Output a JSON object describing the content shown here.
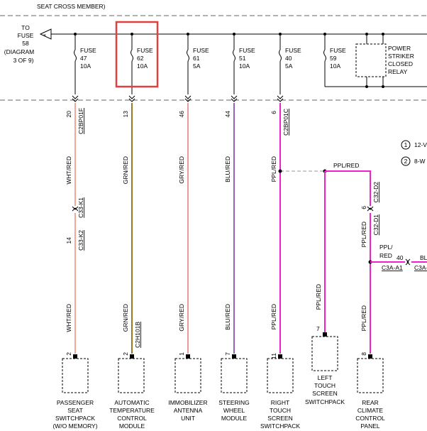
{
  "header_text": "SEAT CROSS MEMBER)",
  "to_fuse": {
    "lines": [
      "TO",
      "FUSE",
      "58",
      "(DIAGRAM",
      "3 OF 9)"
    ]
  },
  "fuses": [
    {
      "word": "FUSE",
      "num": "47",
      "amp": "10A"
    },
    {
      "word": "FUSE",
      "num": "62",
      "amp": "10A",
      "highlighted": true
    },
    {
      "word": "FUSE",
      "num": "61",
      "amp": "5A"
    },
    {
      "word": "FUSE",
      "num": "51",
      "amp": "10A"
    },
    {
      "word": "FUSE",
      "num": "40",
      "amp": "5A"
    },
    {
      "word": "FUSE",
      "num": "59",
      "amp": "10A"
    }
  ],
  "relay": {
    "lines": [
      "POWER",
      "STRIKER",
      "CLOSED",
      "RELAY"
    ]
  },
  "legend": [
    {
      "num": "1",
      "text": "12-V"
    },
    {
      "num": "2",
      "text": "8-W"
    }
  ],
  "wires": [
    {
      "top_pin": "20",
      "top_conn": "C2BP01F",
      "color_top": "WHT/RED",
      "mid_conn_a": "C33-K1",
      "mid_pin": "14",
      "mid_conn_b": "C33-K2",
      "color_bot": "WHT/RED",
      "bot_pin": "2",
      "component": [
        "PASSENGER",
        "SEAT",
        "SWITCHPACK",
        "(W/O MEMORY)"
      ]
    },
    {
      "top_pin": "13",
      "color_top": "GRN/RED",
      "color_bot": "GRN/RED",
      "bot_conn": "C2H101B",
      "bot_pin": "2",
      "component": [
        "AUTOMATIC",
        "TEMPERATURE",
        "CONTROL",
        "MODULE"
      ]
    },
    {
      "top_pin": "46",
      "color_top": "GRY/RED",
      "color_bot": "GRY/RED",
      "bot_pin": "1",
      "component": [
        "IMMOBILIZER",
        "ANTENNA",
        "UNIT"
      ]
    },
    {
      "top_pin": "44",
      "color_top": "BLU/RED",
      "color_bot": "BLU/RED",
      "bot_pin": "7",
      "component": [
        "STEERING",
        "WHEEL",
        "MODULE"
      ]
    },
    {
      "top_pin": "6",
      "top_conn": "C2BP01C",
      "color_top": "PPL/RED",
      "color_bot": "PPL/RED",
      "bot_pin": "11",
      "component": [
        "RIGHT",
        "TOUCH",
        "SCREEN",
        "SWITCHPACK"
      ]
    },
    {
      "color_h": "PPL/RED",
      "color_bot": "PPL/RED",
      "bot_pin": "7",
      "component": [
        "LEFT",
        "TOUCH",
        "SCREEN",
        "SWITCHPACK"
      ]
    },
    {
      "conn_a": "C32-D2",
      "pin": "6",
      "conn_b": "C32-D1",
      "color_mid": "PPL/RED",
      "color_bot": "PPL/RED",
      "bot_pin": "8",
      "component": [
        "REAR",
        "CLIMATE",
        "CONTROL",
        "PANEL"
      ]
    }
  ],
  "branch": {
    "color_lines": [
      "PPL/",
      "RED"
    ],
    "pin": "40",
    "conn": "C3A-A1",
    "right_text": "BL",
    "right_conn": "C3A-"
  },
  "colors": {
    "wht_red": "#f08a70",
    "grn_red": "#9b7a1f",
    "gry_red": "#e87878",
    "blu_red": "#7a2aa8",
    "ppl_red": "#ee22cc",
    "highlight": "#e04040"
  }
}
